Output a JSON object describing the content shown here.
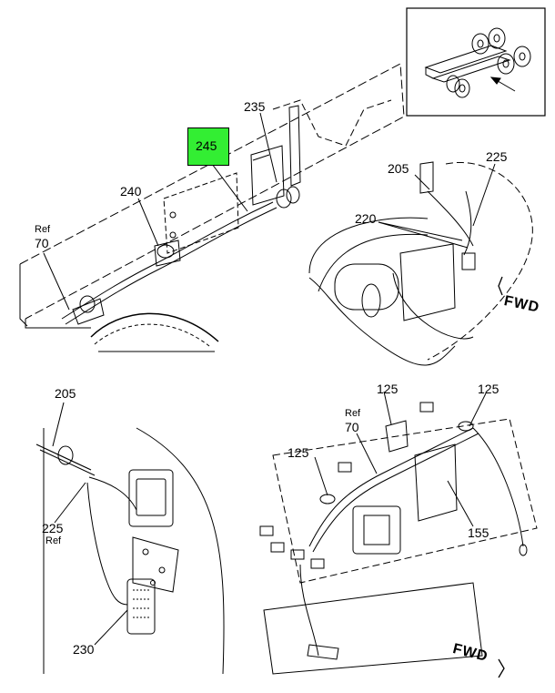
{
  "callouts": {
    "c245": "245",
    "c235": "235",
    "c240": "240",
    "ref70_top_ref": "Ref",
    "ref70_top_num": "70",
    "c205_top": "205",
    "c225_top": "225",
    "c220": "220",
    "c205_bottom": "205",
    "c225_bottom": "225",
    "c225_bottom_ref": "Ref",
    "c230": "230",
    "c125_a": "125",
    "c125_b": "125",
    "c125_c": "125",
    "ref70_bottom_ref": "Ref",
    "ref70_bottom_num": "70",
    "c155": "155"
  },
  "fwd": {
    "top": "FWD",
    "bottom": "FWD"
  },
  "colors": {
    "highlight": "#33ee33",
    "line": "#000000"
  }
}
